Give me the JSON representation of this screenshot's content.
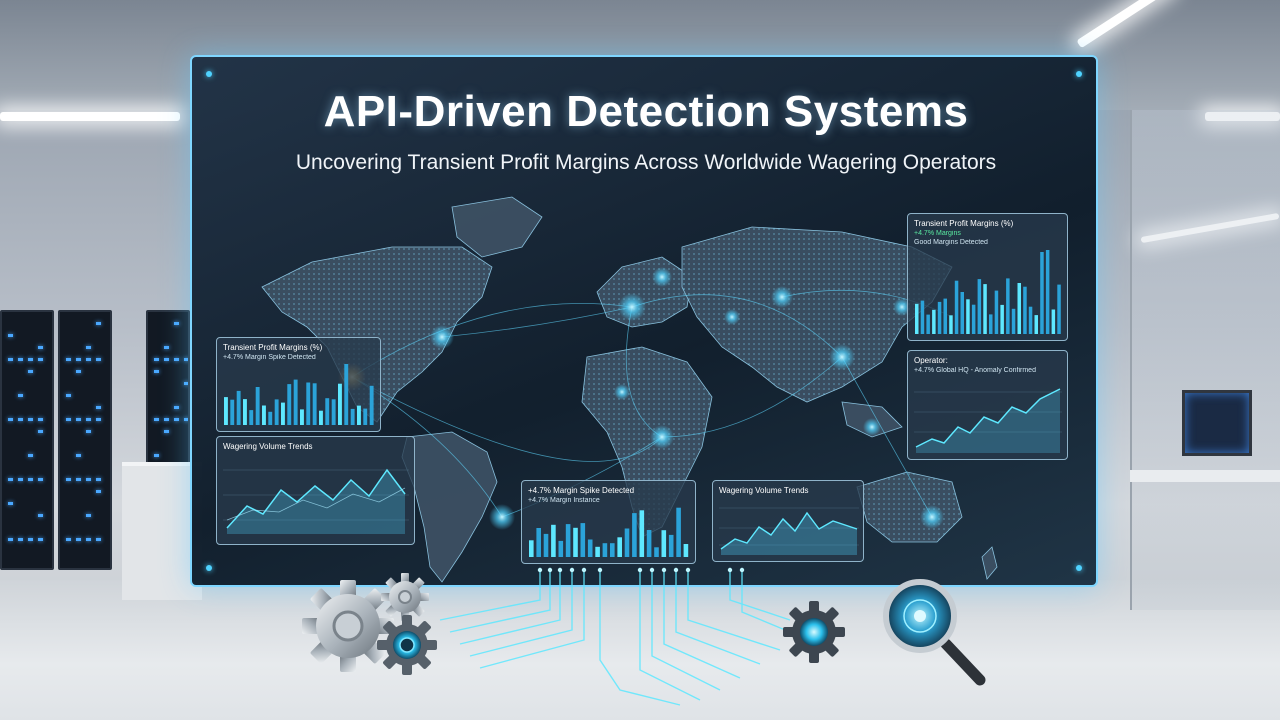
{
  "header": {
    "title": "API-Driven Detection Systems",
    "subtitle": "Uncovering Transient Profit Margins Across Worldwide Wagering Operators"
  },
  "panels": {
    "top_right": {
      "title": "Transient Profit Margins (%)",
      "line1": "+4.7% Margins",
      "line2": "Good Margins Detected"
    },
    "mid_right": {
      "title": "Operator:",
      "line1": "+4.7% Global HQ - Anomaly Confirmed"
    },
    "left_top": {
      "title": "Transient Profit Margins (%)",
      "line1": "+4.7% Margin Spike Detected"
    },
    "left_bottom": {
      "title": "Wagering Volume Trends"
    },
    "center_bottom": {
      "title": "+4.7% Margin Spike Detected",
      "line1": "+4.7% Margin Instance"
    },
    "center_right_bottom": {
      "title": "Wagering Volume Trends"
    }
  },
  "colors": {
    "accent": "#4fd3ff",
    "bar_top": "#5ee8ff",
    "bar_bottom": "#1a7fbf",
    "highlight": "#ffd27a"
  },
  "icons": [
    "gear-icon",
    "gear-icon",
    "gear-icon",
    "magnifier-icon"
  ]
}
